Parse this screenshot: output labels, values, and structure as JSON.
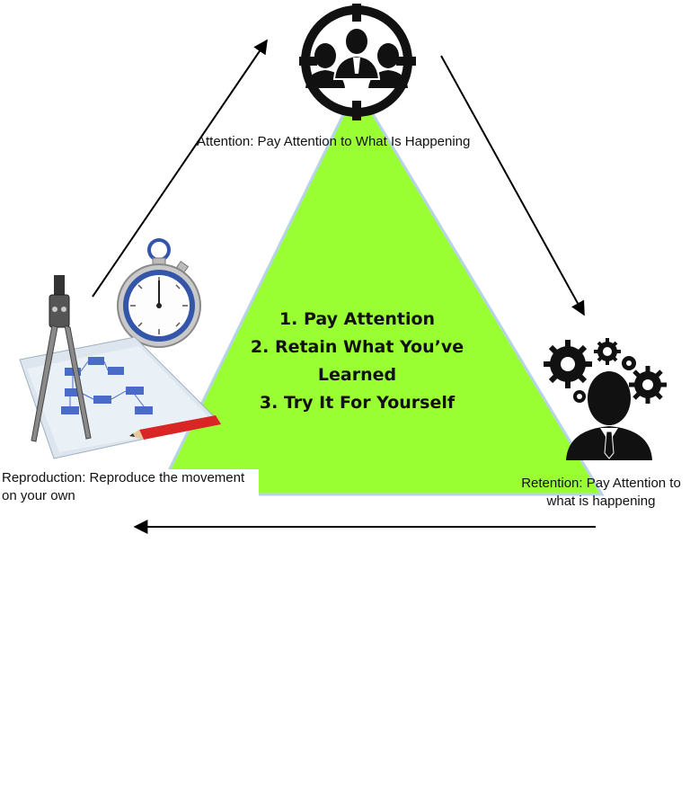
{
  "center_steps": [
    "1. Pay Attention",
    "2. Retain What You’ve",
    "Learned",
    "3. Try It For Yourself"
  ],
  "labels": {
    "attention": "Attention: Pay Attention to What Is Happening",
    "retention": [
      "Retention: Pay Attention to",
      "what is happening"
    ],
    "reproduction": [
      "Reproduction: Reproduce the movement",
      "on your own"
    ]
  },
  "colors": {
    "triangle_fill": "#99ff33",
    "triangle_edge": "#b7d3e8",
    "icon_dark": "#111111",
    "stopwatch_ring": "#3355aa",
    "pencil": "#d92525"
  },
  "icons": [
    "group-target-icon",
    "gears-person-icon",
    "compass-blueprint-icon",
    "stopwatch-icon"
  ]
}
